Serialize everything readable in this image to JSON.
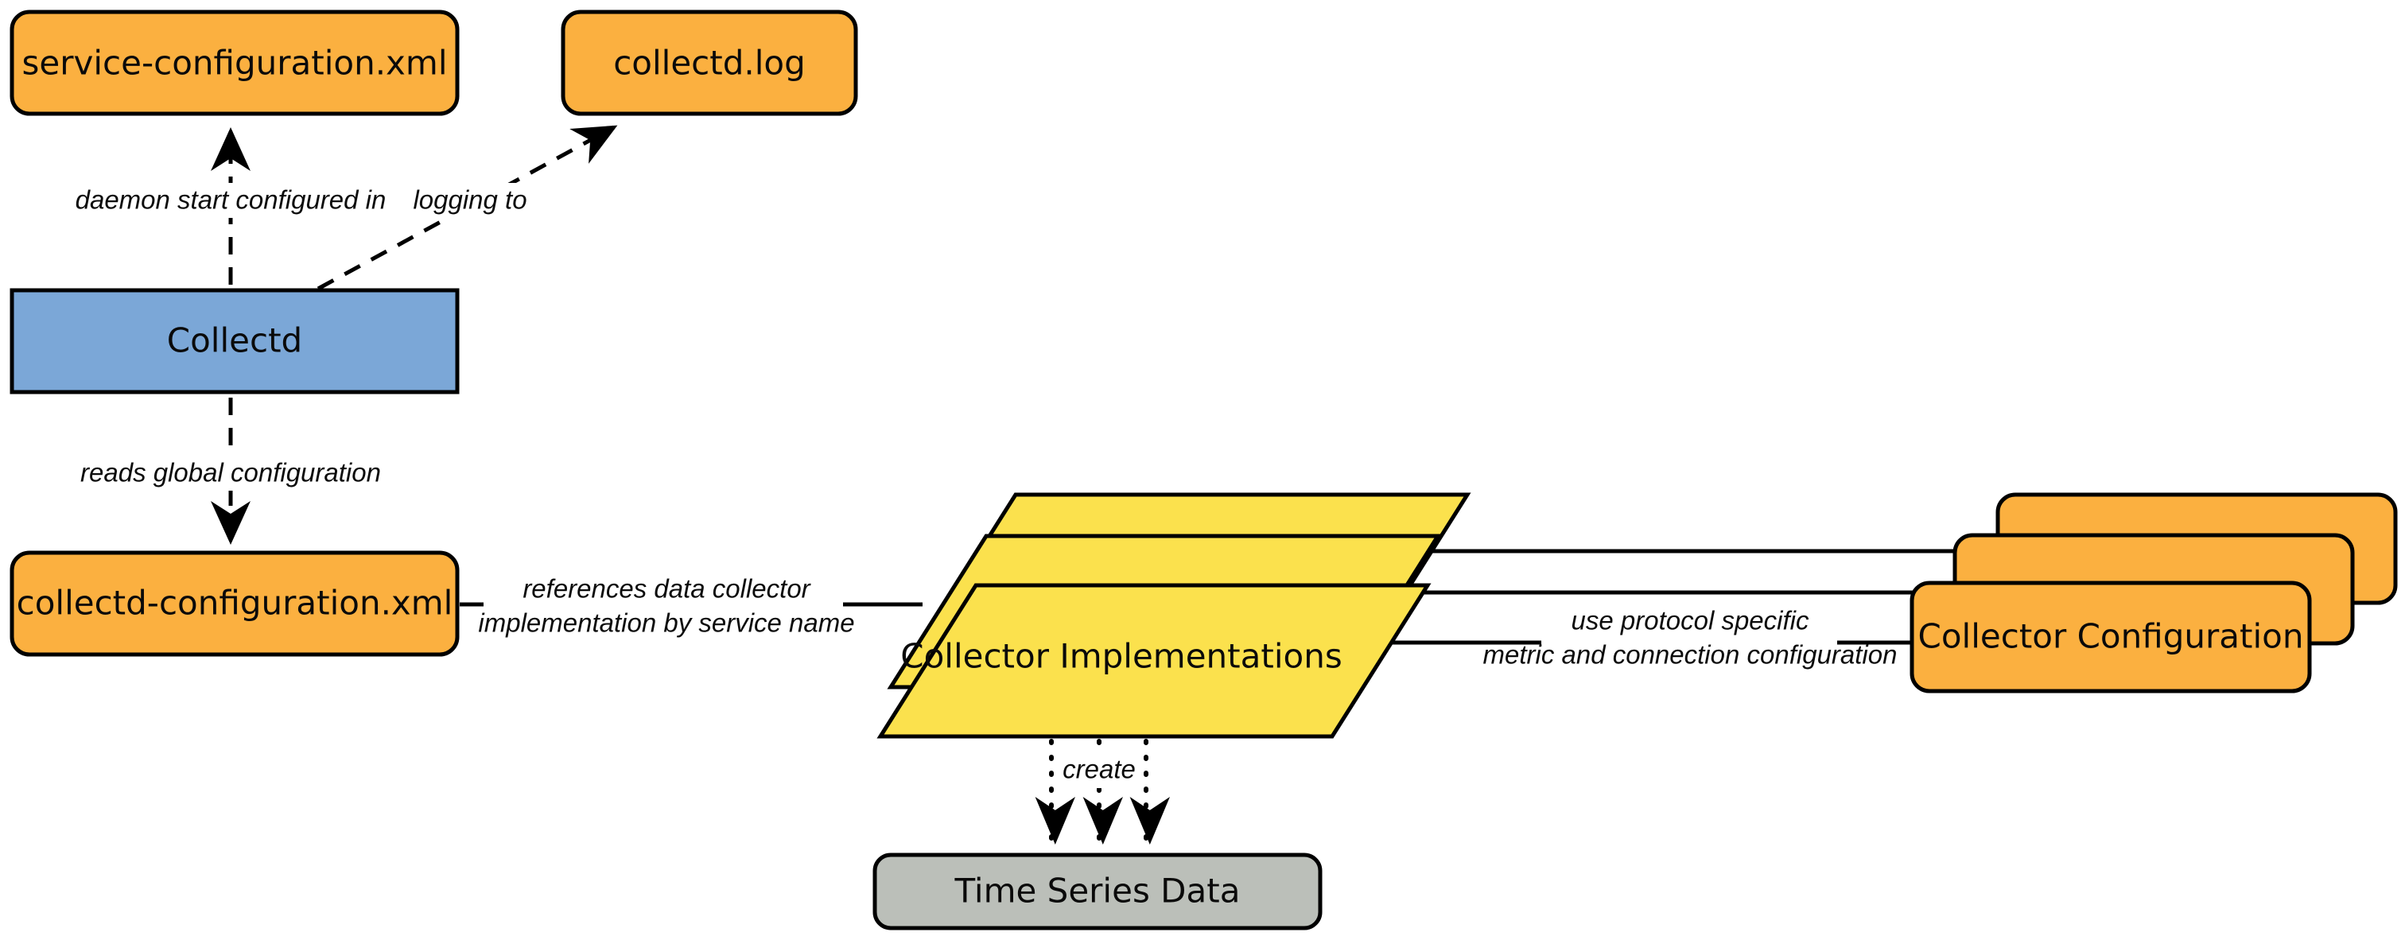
{
  "diagram": {
    "title": "Collectd architecture diagram",
    "background": "#ffffff",
    "colors": {
      "orange": "#FBB040",
      "blue": "#7BA7D7",
      "yellow": "#FBE14D",
      "gray": "#BBBFB9",
      "stroke": "#000000",
      "text": "#0a0a0a"
    },
    "nodes": {
      "service_configuration_xml": {
        "label": "service-configuration.xml",
        "shape": "rounded-rect",
        "color": "#FBB040"
      },
      "collectd_log": {
        "label": "collectd.log",
        "shape": "rounded-rect",
        "color": "#FBB040"
      },
      "collectd": {
        "label": "Collectd",
        "shape": "rect",
        "color": "#7BA7D7"
      },
      "collectd_configuration_xml": {
        "label": "collectd-configuration.xml",
        "shape": "rounded-rect",
        "color": "#FBB040"
      },
      "collector_implementations": {
        "label": "Collector Implementations",
        "shape": "stacked-parallelogram",
        "color": "#FBE14D",
        "stack_count": 3
      },
      "collector_configuration": {
        "label": "Collector   Configuration",
        "shape": "stacked-rounded-rect",
        "color": "#FBB040",
        "stack_count": 3
      },
      "time_series_data": {
        "label": "Time Series Data",
        "shape": "rounded-rect",
        "color": "#BBBFB9"
      }
    },
    "edges": [
      {
        "id": "daemon-start-configured-in",
        "from": "collectd",
        "to": "service_configuration_xml",
        "label_lines": [
          "daemon start configured in"
        ],
        "style": "dashed",
        "arrow": "open"
      },
      {
        "id": "logging-to",
        "from": "collectd",
        "to": "collectd_log",
        "label_lines": [
          "logging to"
        ],
        "style": "dashed",
        "arrow": "open"
      },
      {
        "id": "reads-global-configuration",
        "from": "collectd",
        "to": "collectd_configuration_xml",
        "label_lines": [
          "reads global configuration"
        ],
        "style": "dashed",
        "arrow": "open"
      },
      {
        "id": "references-data-collector",
        "from": "collectd_configuration_xml",
        "to": "collector_implementations",
        "label_lines": [
          "references data collector",
          "implementation by service name"
        ],
        "style": "solid",
        "arrow": "none"
      },
      {
        "id": "use-protocol-specific",
        "from": "collector_implementations",
        "to": "collector_configuration",
        "label_lines": [
          "use protocol specific",
          "metric and connection configuration"
        ],
        "style": "solid",
        "arrow": "none"
      },
      {
        "id": "create",
        "from": "collector_implementations",
        "to": "time_series_data",
        "label_lines": [
          "create"
        ],
        "style": "dotted",
        "arrow": "open"
      }
    ]
  }
}
